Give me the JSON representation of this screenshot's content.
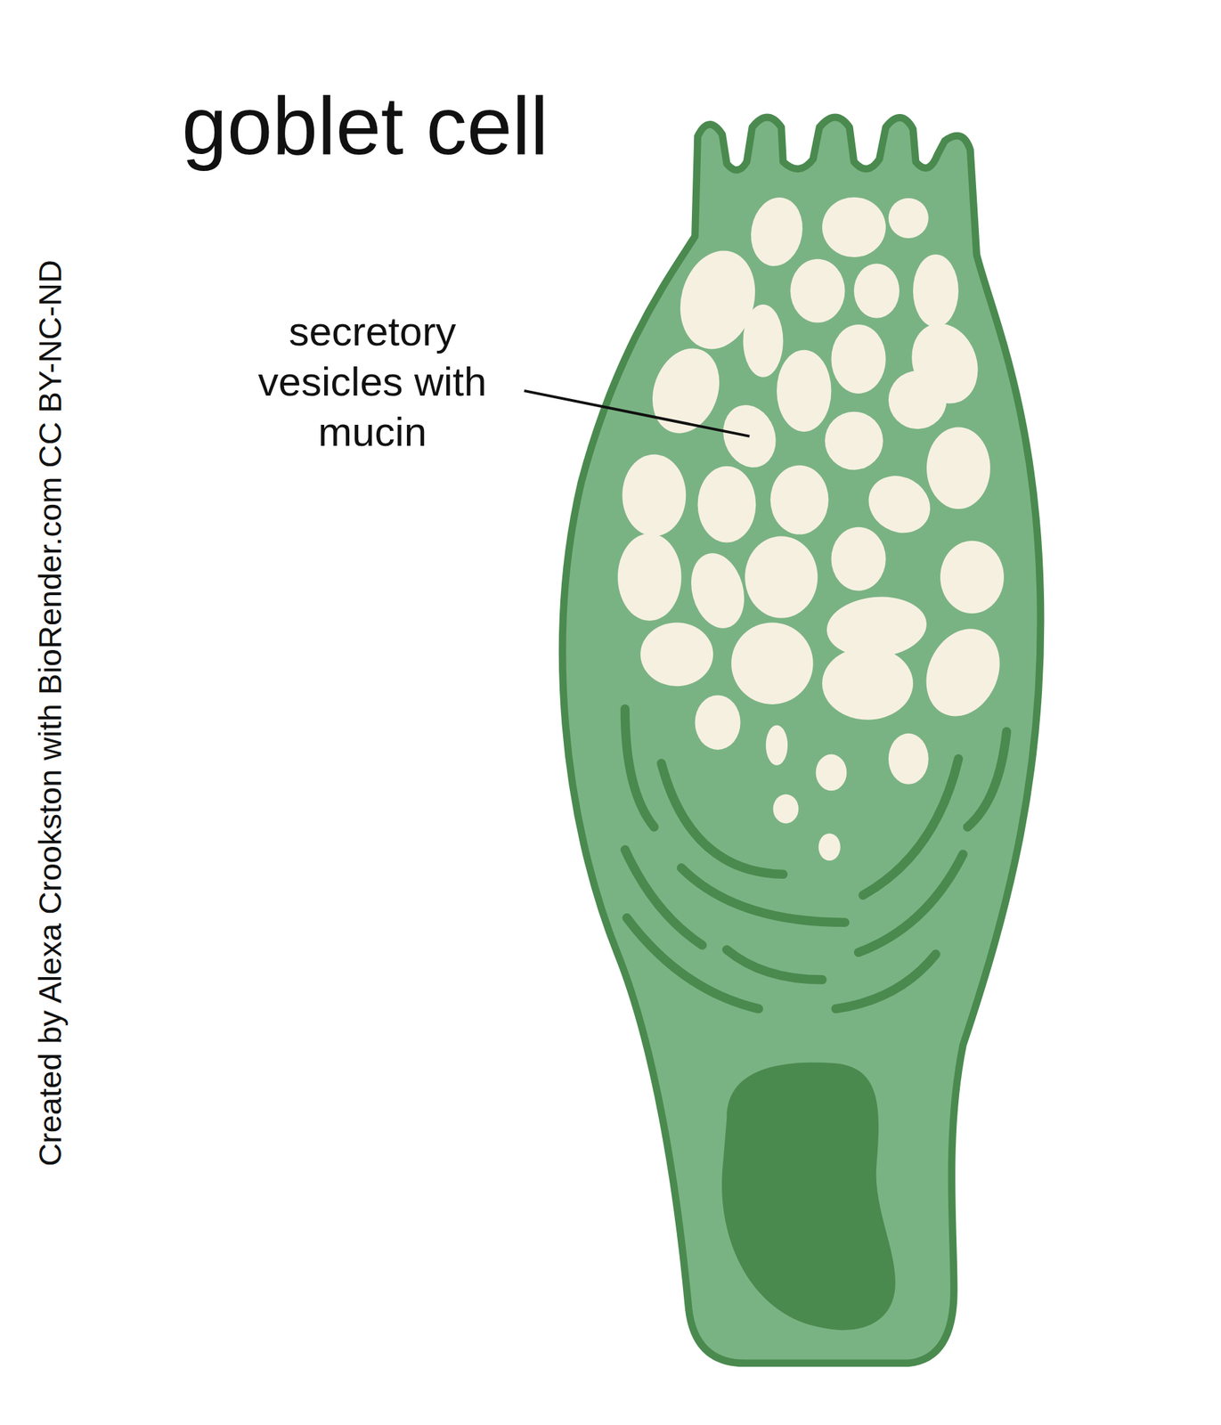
{
  "diagram": {
    "title": "goblet cell",
    "labels": [
      "secretory vesicles with mucin",
      "Created by Alexa Crookston with BioRender.com CC BY-NC-ND"
    ]
  }
}
